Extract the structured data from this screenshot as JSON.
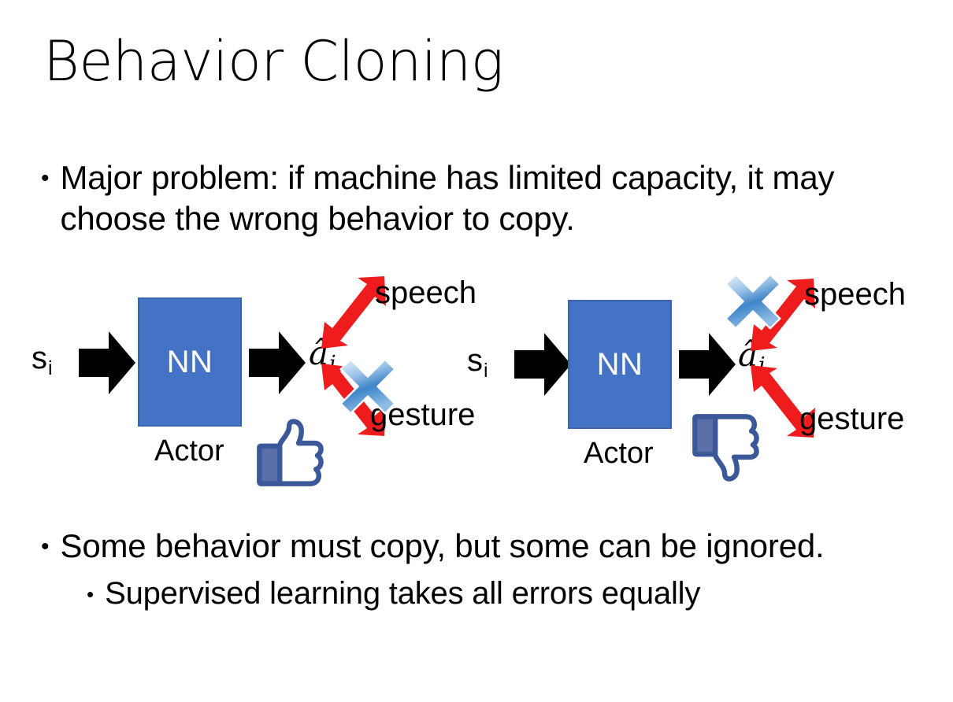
{
  "slide": {
    "title": "Behavior Cloning",
    "bullet_marker": "•",
    "bullets": [
      {
        "level": 1,
        "text": "Major problem: if machine has limited capacity, it may choose the wrong behavior to copy."
      },
      {
        "level": 1,
        "text": "Some behavior must copy, but some can be ignored."
      },
      {
        "level": 2,
        "text": "Supervised learning takes all errors equally"
      }
    ]
  },
  "colors": {
    "nn_box_fill": "#4472C4",
    "nn_box_border": "#3A63AE",
    "red_arrow": "#EE1C1C",
    "cross_blue_light": "#C9DCF5",
    "cross_blue_mid": "#5B9BD5",
    "cross_blue_dark": "#2E75B6",
    "thumb_outline": "#3B5998",
    "thumb_fill": "#FFFFFF",
    "thumb_cuff": "#5B6FA8",
    "text": "#000000",
    "background": "#FFFFFF"
  },
  "diagrams": [
    {
      "id": "left",
      "state_label": "s",
      "state_subscript": "i",
      "nn_label": "NN",
      "actor_label": "Actor",
      "action_label": "â",
      "action_subscript": "i",
      "output_top": "speech",
      "output_bottom": "gesture",
      "crossed_output": "gesture",
      "feedback_icon": "thumbs-up-icon"
    },
    {
      "id": "right",
      "state_label": "s",
      "state_subscript": "i",
      "nn_label": "NN",
      "actor_label": "Actor",
      "action_label": "â",
      "action_subscript": "i",
      "output_top": "speech",
      "output_bottom": "gesture",
      "crossed_output": "speech",
      "feedback_icon": "thumbs-down-icon"
    }
  ]
}
